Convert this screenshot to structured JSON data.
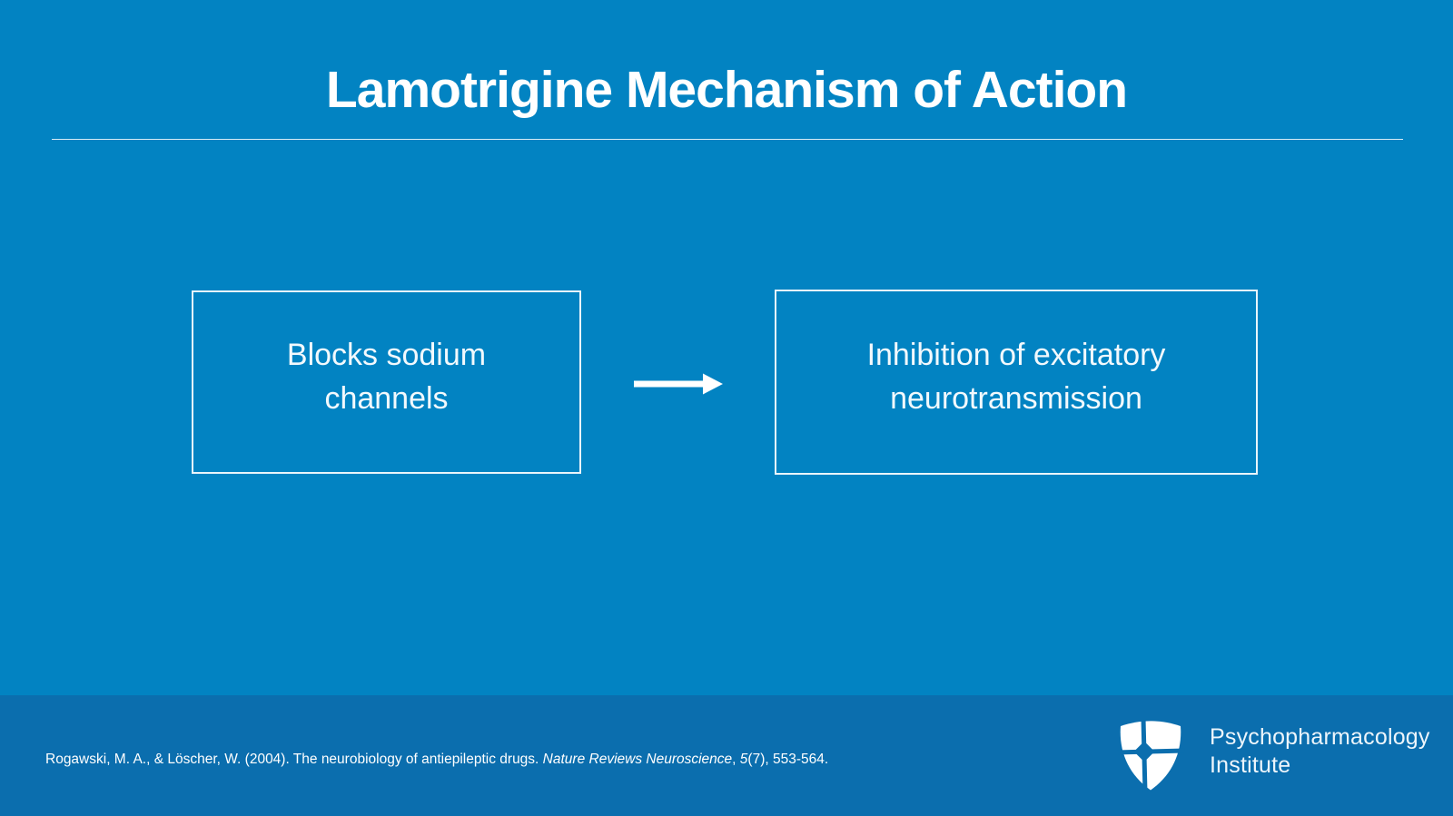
{
  "slide": {
    "title": "Lamotrigine Mechanism of Action"
  },
  "diagram": {
    "boxes": [
      {
        "label": "Blocks sodium channels"
      },
      {
        "label": "Inhibition of excitatory neurotransmission"
      }
    ],
    "connector_icon": "arrow-right-icon"
  },
  "footer": {
    "citation": {
      "segments": [
        {
          "text": "Rogawski, M. A., & Löscher, W. (2004). The neurobiology of antiepileptic drugs. ",
          "italic": false
        },
        {
          "text": "Nature Reviews Neuroscience",
          "italic": true
        },
        {
          "text": ", ",
          "italic": false
        },
        {
          "text": "5",
          "italic": true
        },
        {
          "text": "(7), 553-564.",
          "italic": false
        }
      ]
    },
    "logo": {
      "icon": "shield-cross-icon",
      "line1": "Psychopharmacology",
      "line2": "Institute"
    }
  },
  "colors": {
    "background": "#0283c2",
    "footer_background": "#0b6eae",
    "box_border": "#e9f5fb",
    "text": "#ffffff"
  }
}
